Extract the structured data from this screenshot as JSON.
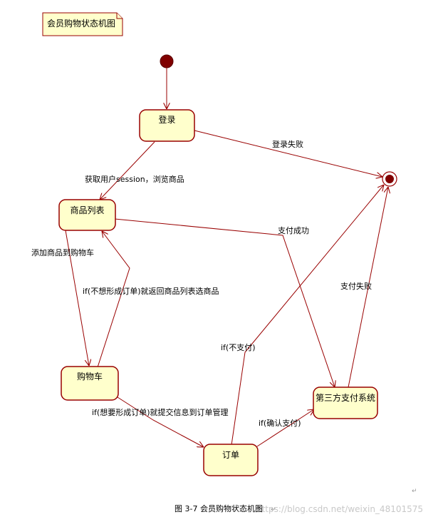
{
  "note": {
    "title": "会员购物状态机图"
  },
  "states": {
    "login": "登录",
    "product_list": "商品列表",
    "cart": "购物车",
    "order": "订单",
    "payment_system": "第三方支付系统"
  },
  "transitions": {
    "login_fail": "登录失败",
    "get_session_browse": "获取用户session，浏览商品",
    "pay_success": "支付成功",
    "add_to_cart": "添加商品到购物车",
    "return_to_list": "if(不想形成订单)就返回商品列表选商品",
    "pay_fail": "支付失败",
    "not_pay": "if(不支付)",
    "submit_order": "if(想要形成订单)就提交信息到订单管理",
    "confirm_pay": "if(确认支付)"
  },
  "caption": "图 3-7 会员购物状态机图",
  "caption_mark": "↵",
  "watermark": "https://blog.csdn.net/weixin_48101575",
  "page_mark": "↵",
  "colors": {
    "state_fill": "#ffffcc",
    "line": "#990000",
    "initial_fill": "#800000"
  }
}
